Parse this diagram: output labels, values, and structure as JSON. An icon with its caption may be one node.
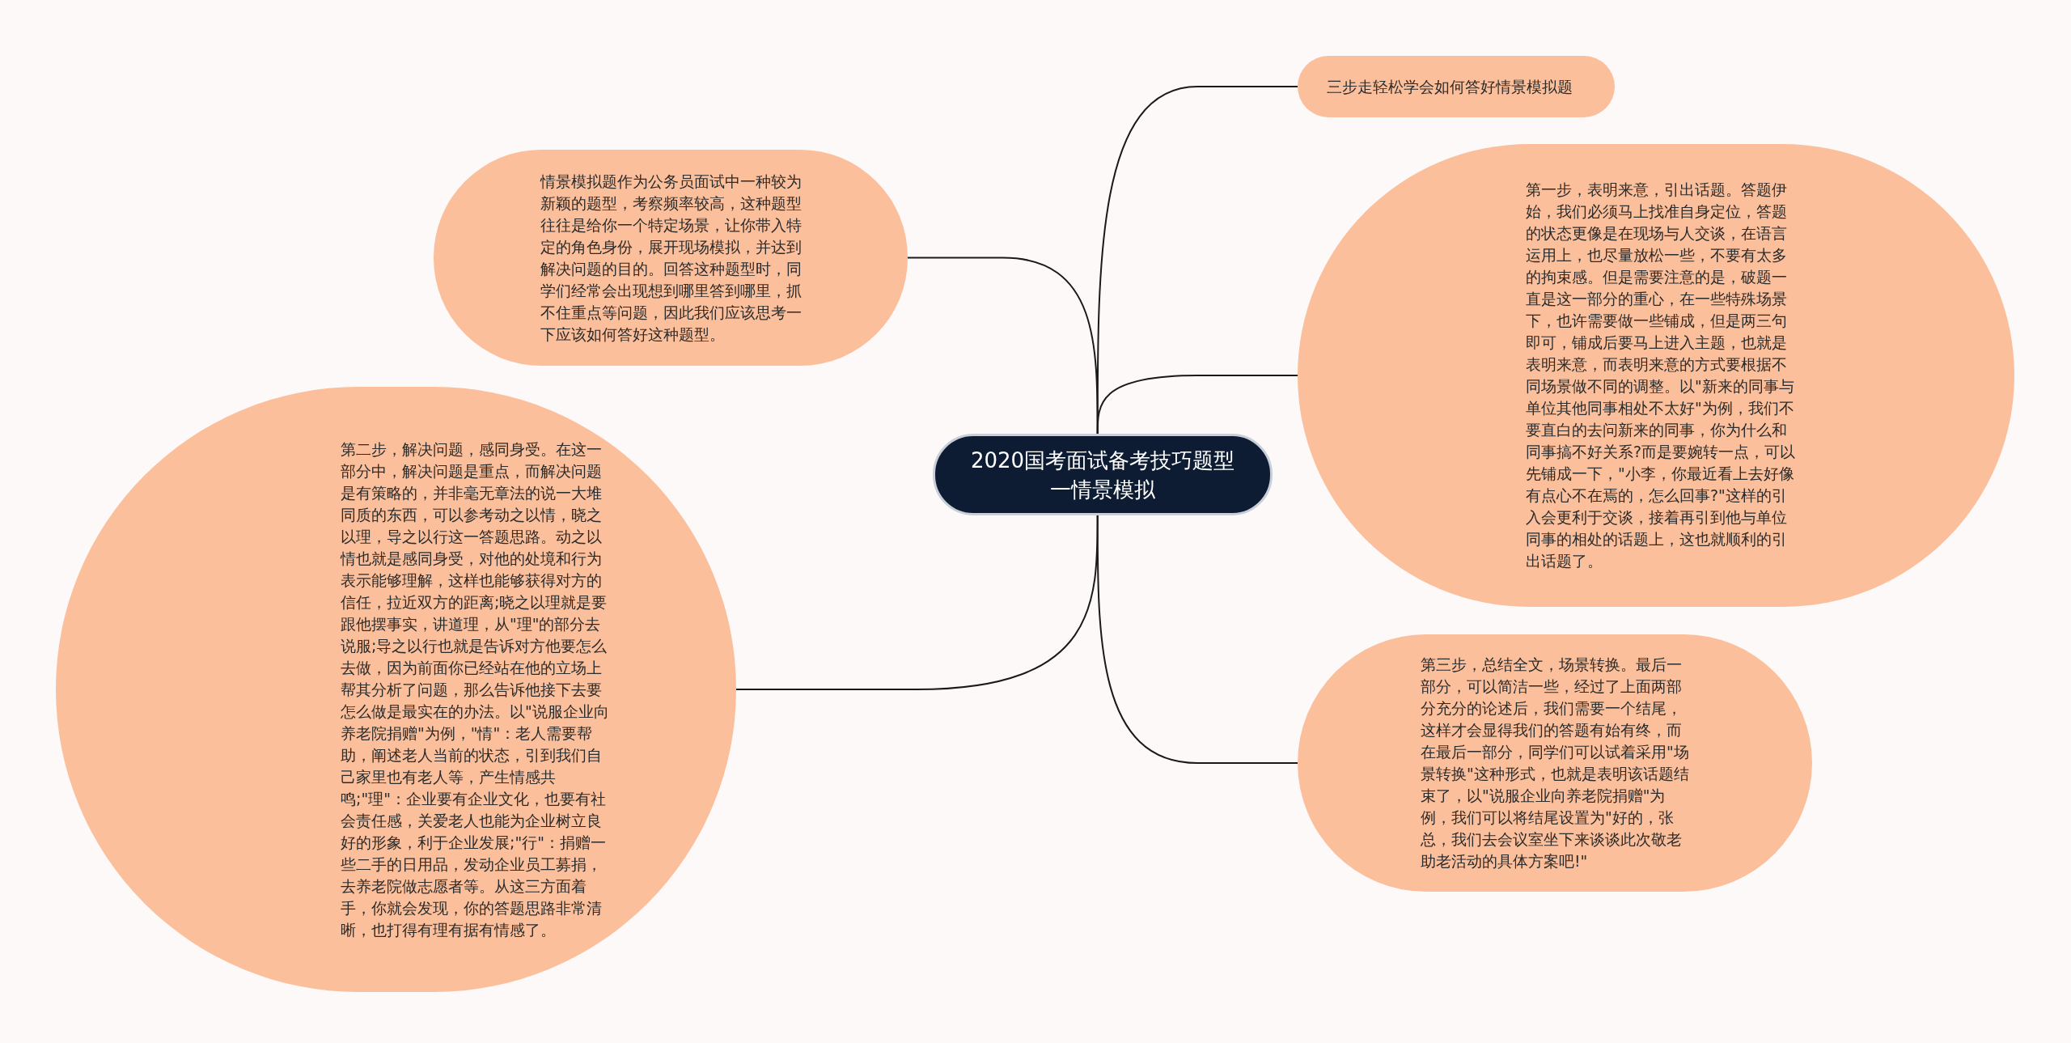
{
  "diagram": {
    "nodes": [
      {
        "text": [
          "2020国考面试备考技巧题型一情景模拟"
        ]
      },
      {
        "text": [
          "三步走轻松学会如何答好情景模拟题"
        ]
      },
      {
        "text": [
          "情景模拟题作为公务员面试中一种较为新颖的题型，考察频率较高，这种题型往往是给你一个特定场景，让你带入特定的角色身份，展开现场模拟，并达到解决问题的目的。回答这种题型时，同学们经常会出现想到哪里答到哪里，抓不住重点等问题，因此我们应该思考一下应该如何答好这种题型。"
        ]
      },
      {
        "text": [
          "第一步，表明来意，引出话题。答题伊始，我们必须马上找准自身定位，答题的状态更像是在现场与人交谈，在语言运用上，也尽量放松一些，不要有太多的拘束感。但是需要注意的是，破题一直是这一部分的重心，在一些特殊场景下，也许需要做一些铺成，但是两三句即可，铺成后要马上进入主题，也就是表明来意，而表明来意的方式要根据不同场景做不同的调整。以\"新来的同事与单位其他同事相处不太好\"为例，我们不要直白的去问新来的同事，你为什么和同事搞不好关系?而是要婉转一点，可以先铺成一下，\"小李，你最近看上去好像有点心不在焉的，怎么回事?\"这样的引入会更利于交谈，接着再引到他与单位同事的相处的话题上，这也就顺利的引出话题了。"
        ]
      },
      {
        "text": [
          "第二步，解决问题，感同身受。在这一部分中，解决问题是重点，而解决问题是有策略的，并非毫无章法的说一大堆同质的东西，可以参考动之以情，晓之以理，导之以行这一答题思路。动之以情也就是感同身受，对他的处境和行为表示能够理解，这样也能够获得对方的信任，拉近双方的距离;晓之以理就是要跟他摆事实，讲道理，从\"理\"的部分去说服;导之以行也就是告诉对方他要怎么去做，因为前面你已经站在他的立场上帮其分析了问题，那么告诉他接下去要怎么做是最实在的办法。以\"说服企业向养老院捐赠\"为例，\"情\"：老人需要帮助，阐述老人当前的状态，引到我们自己家里也有老人等，产生情感共鸣;\"理\"：企业要有企业文化，也要有社会责任感，关爱老人也能为企业树立良好的形象，利于企业发展;\"行\"：捐赠一些二手的日用品，发动企业员工募捐，去养老院做志愿者等。从这三方面着手，你就会发现，你的答题思路非常清晰，也打得有理有据有情感了。"
        ]
      },
      {
        "text": [
          "第三步，总结全文，场景转换。最后一部分，可以简洁一些，经过了上面两部分充分的论述后，我们需要一个结尾，这样才会显得我们的答题有始有终，而在最后一部分，同学们可以试着采用\"场景转换\"这种形式，也就是表明该话题结束了，以\"说服企业向养老院捐赠\"为例，我们可以将结尾设置为\"好的，张总，我们去会议室坐下来谈谈此次敬老助老活动的具体方案吧!\""
        ]
      }
    ],
    "edges": [
      {
        "from": 0,
        "to": 1,
        "arrow": "none"
      },
      {
        "from": 0,
        "to": 2,
        "arrow": "none"
      },
      {
        "from": 0,
        "to": 3,
        "arrow": "none"
      },
      {
        "from": 0,
        "to": 4,
        "arrow": "none"
      },
      {
        "from": 0,
        "to": 5,
        "arrow": "none"
      }
    ]
  }
}
